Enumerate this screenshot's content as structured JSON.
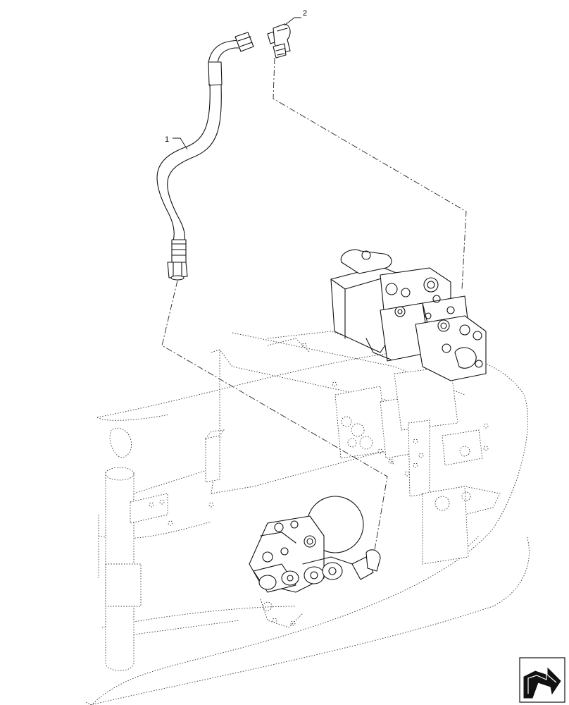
{
  "callouts": [
    {
      "label": "1",
      "part": "hose"
    },
    {
      "label": "2",
      "part": "elbow-fitting"
    }
  ],
  "icons": {
    "navigation": "next-page-arrow-icon"
  }
}
